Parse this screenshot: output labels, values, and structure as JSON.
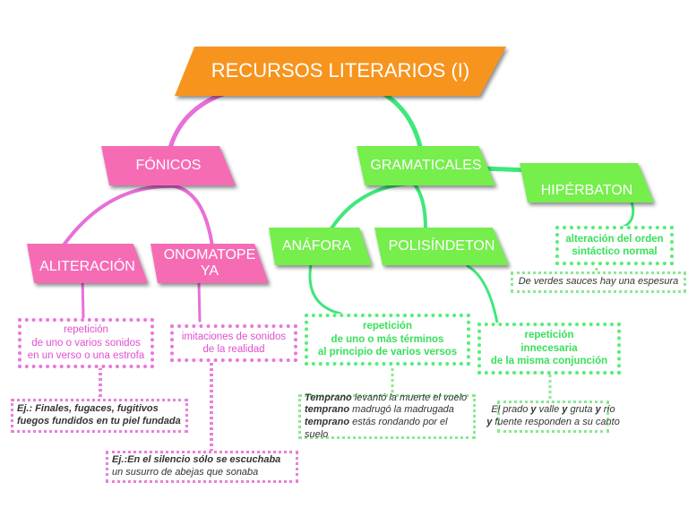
{
  "title": "RECURSOS LITERARIOS (I)",
  "colors": {
    "root": "#f7941e",
    "fonicos": "#f56cb5",
    "gramaticales": "#76ee4c",
    "pink_line": "#e86fd8",
    "green_line": "#3ee87a"
  },
  "categories": {
    "fonicos": {
      "label": "FÓNICOS",
      "children": {
        "aliteracion": {
          "label": "ALITERACIÓN",
          "definition": [
            "repetición",
            "de uno o varios sonidos",
            "en un verso o una estrofa"
          ],
          "example": [
            "Ej.: Finales, fugaces, fugitivos",
            "fuegos fundidos en tu piel fundada"
          ]
        },
        "onomatopeya": {
          "label_line1": "ONOMATOPE",
          "label_line2": "YA",
          "definition": [
            "imitaciones de sonidos",
            "de la realidad"
          ],
          "example": [
            "Ej.:En el silencio sólo se escuchaba",
            "un susurro de abejas que sonaba"
          ]
        }
      }
    },
    "gramaticales": {
      "label": "GRAMATICALES",
      "children": {
        "anafora": {
          "label": "ANÁFORA",
          "definition": [
            "repetición",
            "de uno o más términos",
            "al principio de varios versos"
          ],
          "example": [
            {
              "bold": "Temprano",
              "rest": " levantó la muerte el vuelo"
            },
            {
              "bold": "temprano",
              "rest": " madrugó la madrugada"
            },
            {
              "bold": "temprano",
              "rest": " estás rondando por el suelo"
            }
          ]
        },
        "polisindeton": {
          "label": "POLISÍNDETON",
          "definition": [
            "repetición",
            "innecesaria",
            "de la misma conjunción"
          ],
          "example": {
            "line1": [
              "El prado ",
              "y",
              " valle ",
              "y",
              " gruta ",
              "y",
              " río"
            ],
            "line2": [
              "y",
              " fuente responden a su canto"
            ]
          }
        },
        "hiperbaton": {
          "label": "HIPÉRBATON",
          "definition": [
            "alteración del orden",
            "sintáctico normal"
          ],
          "example": [
            "De verdes sauces hay una espesura"
          ]
        }
      }
    }
  }
}
